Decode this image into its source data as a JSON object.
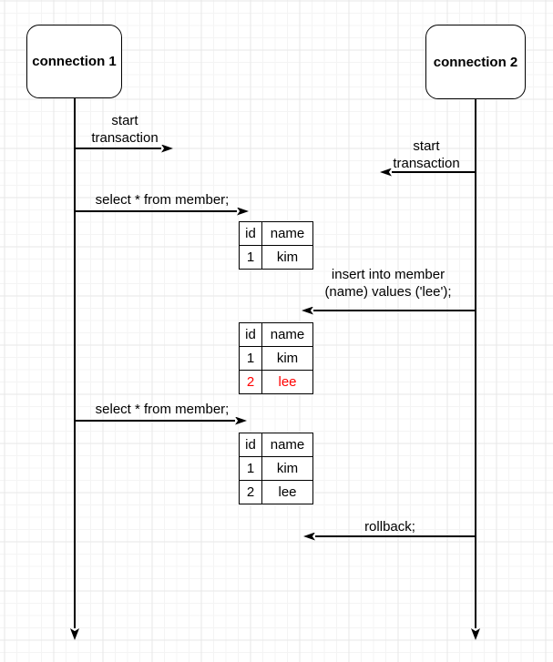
{
  "actors": [
    {
      "label": "connection 1"
    },
    {
      "label": "connection 2"
    }
  ],
  "messages": [
    {
      "from": "connection 1",
      "direction": "right",
      "lines": [
        "start",
        "transaction"
      ]
    },
    {
      "from": "connection 2",
      "direction": "left",
      "lines": [
        "start",
        "transaction"
      ]
    },
    {
      "from": "connection 1",
      "direction": "right",
      "lines": [
        "select * from member;"
      ]
    },
    {
      "from": "connection 2",
      "direction": "left",
      "lines": [
        "insert into member",
        "(name) values ('lee');"
      ]
    },
    {
      "from": "connection 1",
      "direction": "right",
      "lines": [
        "select * from member;"
      ]
    },
    {
      "from": "connection 2",
      "direction": "left",
      "lines": [
        "rollback;"
      ]
    }
  ],
  "tables": [
    {
      "headers": [
        "id",
        "name"
      ],
      "rows": [
        [
          "1",
          "kim"
        ]
      ]
    },
    {
      "headers": [
        "id",
        "name"
      ],
      "rows": [
        [
          "1",
          "kim"
        ],
        [
          "2",
          "lee"
        ]
      ],
      "highlighted_row_index": 1
    },
    {
      "headers": [
        "id",
        "name"
      ],
      "rows": [
        [
          "1",
          "kim"
        ],
        [
          "2",
          "lee"
        ]
      ]
    }
  ],
  "colors": {
    "stroke": "#000000",
    "shape_fill": "#ffffff",
    "highlight_text": "#ff0000",
    "grid_minor": "#f4f4f4",
    "grid_major": "#e7e7e7"
  }
}
